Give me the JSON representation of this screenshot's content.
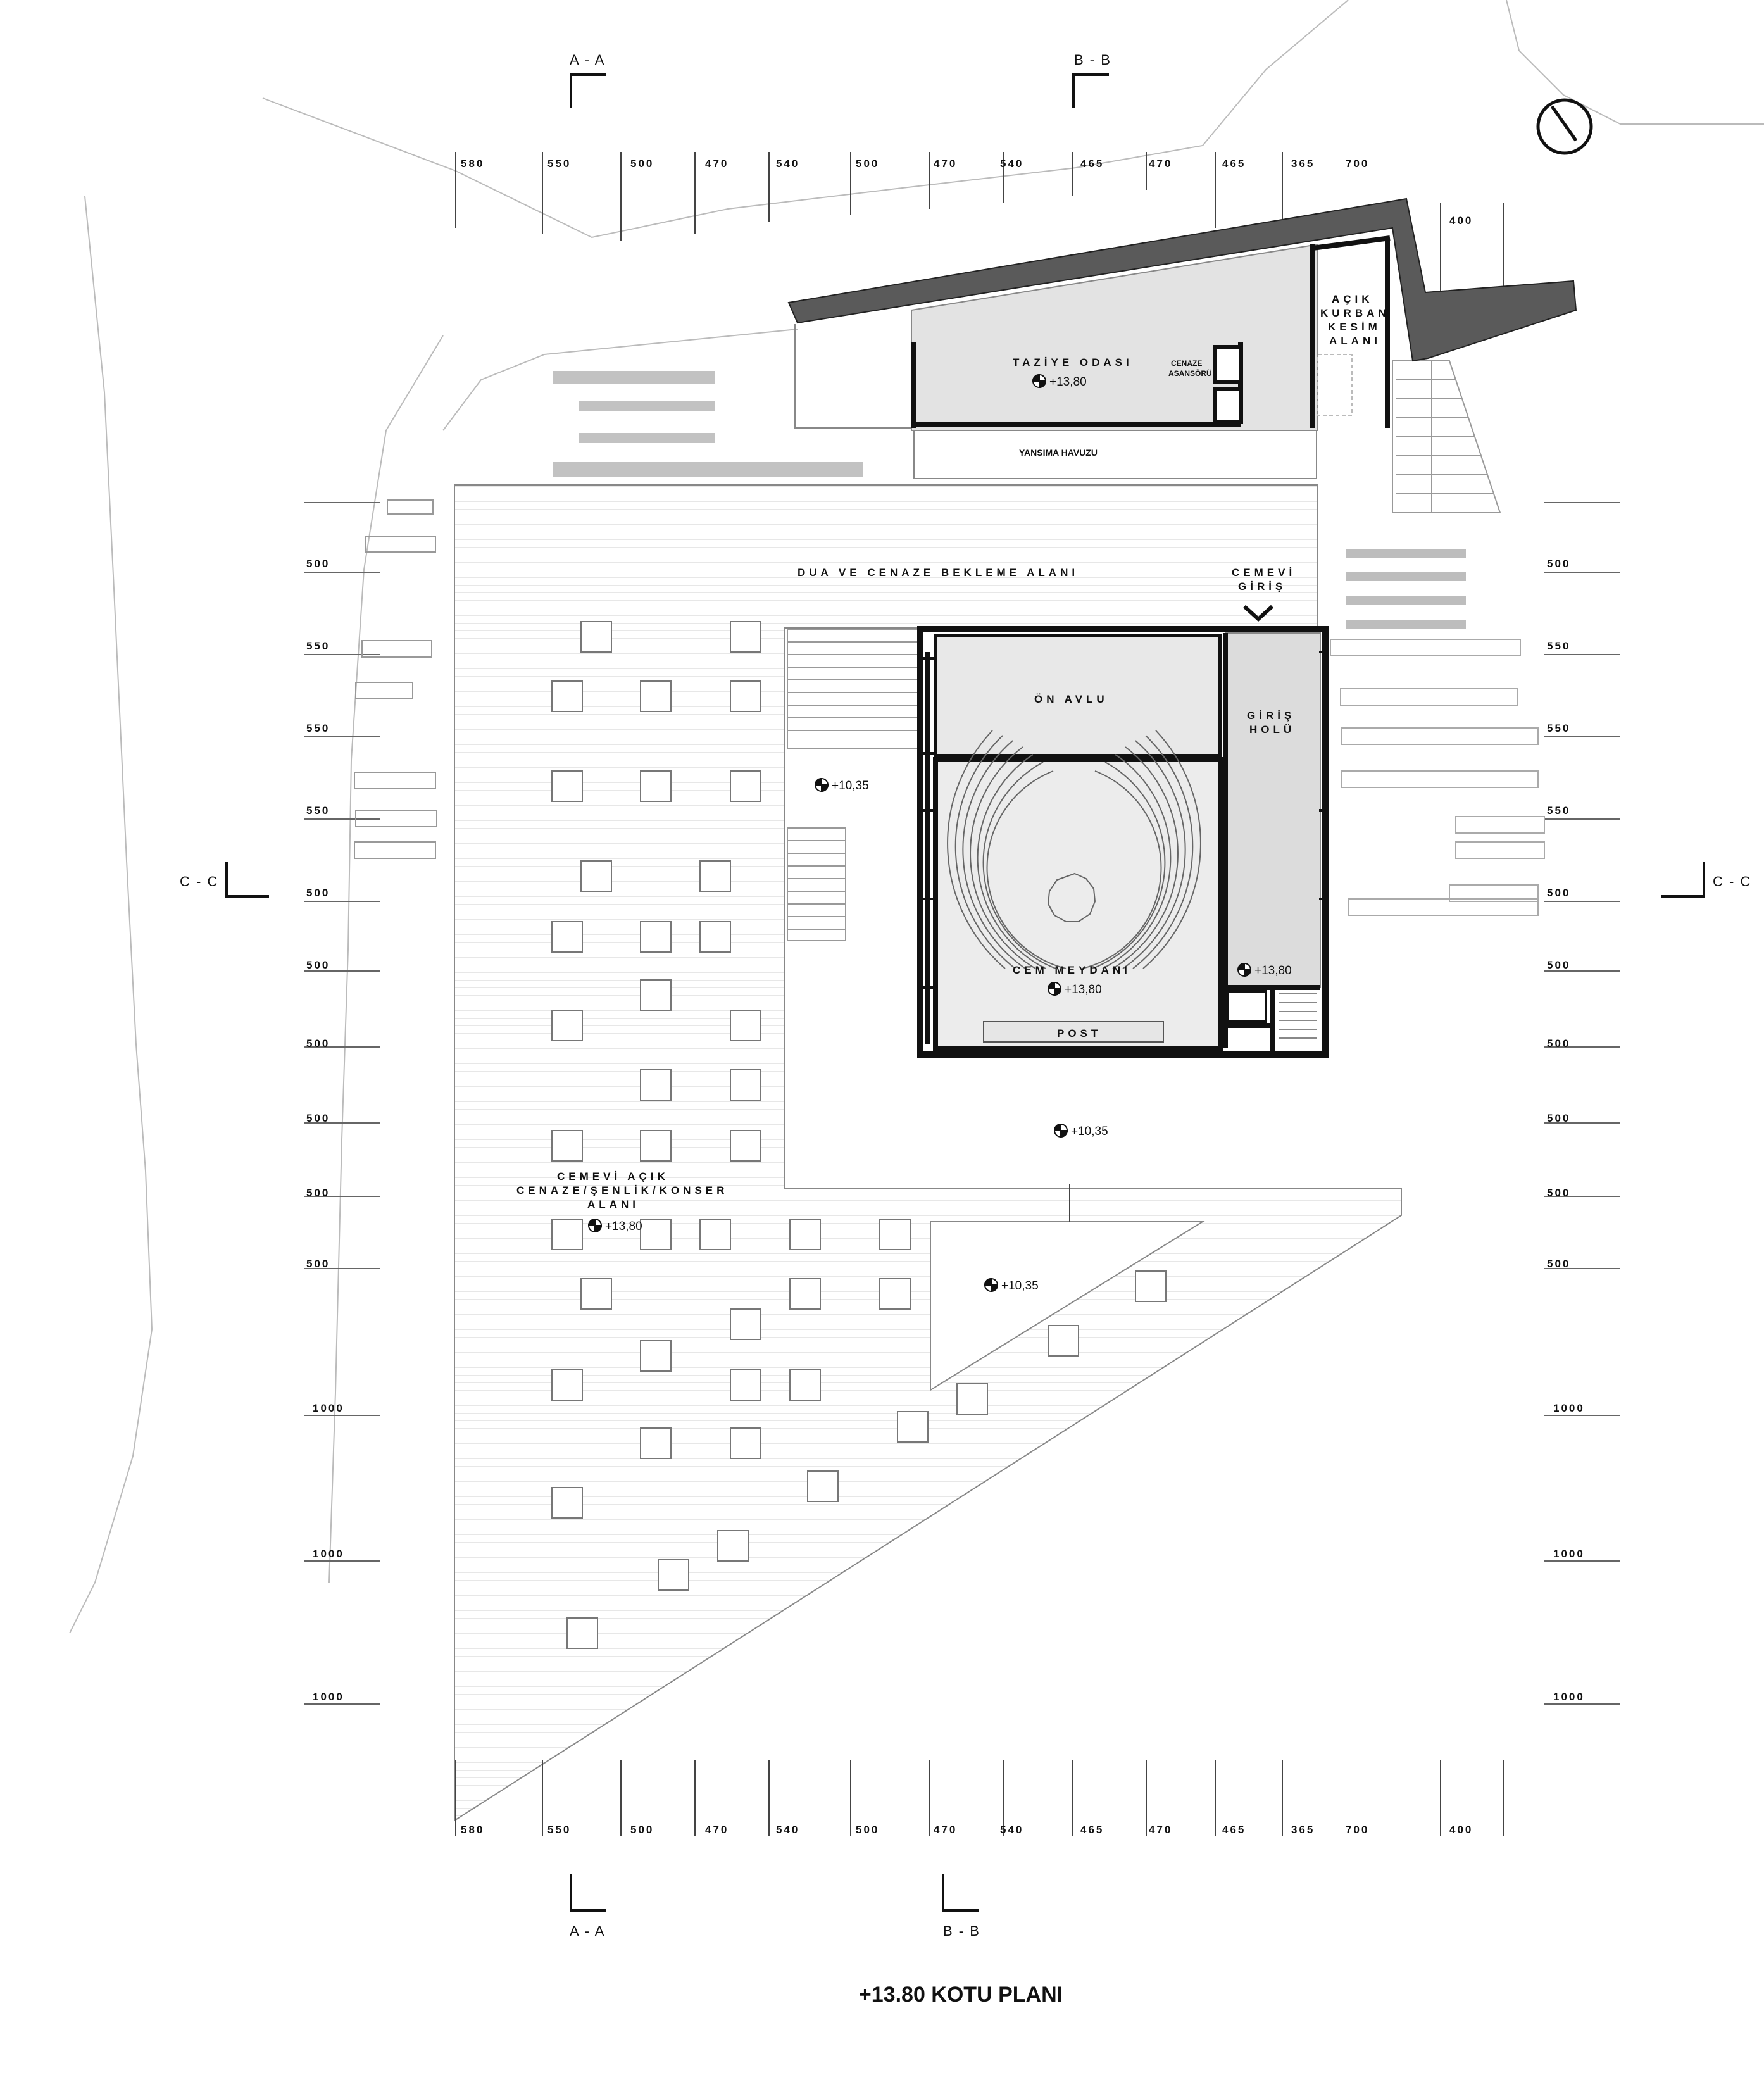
{
  "title": "+13.80 KOTU PLANI",
  "section_markers": {
    "a_a": "A - A",
    "b_b": "B - B",
    "c_c": "C - C"
  },
  "dimensions": {
    "top": [
      "580",
      "550",
      "500",
      "470",
      "540",
      "500",
      "470",
      "540",
      "465",
      "470",
      "465",
      "365",
      "700"
    ],
    "top_right_extra": "400",
    "bottom": [
      "580",
      "550",
      "500",
      "470",
      "540",
      "500",
      "470",
      "540",
      "465",
      "470",
      "465",
      "365",
      "700",
      "400"
    ],
    "left": [
      "500",
      "550",
      "550",
      "550",
      "500",
      "500",
      "500",
      "500",
      "500",
      "500",
      "1000",
      "1000",
      "1000"
    ],
    "right": [
      "500",
      "550",
      "550",
      "550",
      "500",
      "500",
      "500",
      "500",
      "500",
      "500",
      "1000",
      "1000",
      "1000"
    ]
  },
  "rooms": {
    "taziye_odasi": "TAZİYE ODASI",
    "cenaze_asansoru_1": "CENAZE",
    "cenaze_asansoru_2": "ASANSÖRÜ",
    "acik_kurban_1": "AÇIK",
    "acik_kurban_2": "KURBAN",
    "acik_kurban_3": "KESİM",
    "acik_kurban_4": "ALANI",
    "yansima_havuzu": "YANSIMA HAVUZU",
    "dua_bekleme": "DUA VE CENAZE BEKLEME ALANI",
    "cemevi_giris_1": "CEMEVİ",
    "cemevi_giris_2": "GİRİŞ",
    "on_avlu": "ÖN AVLU",
    "giris_holu_1": "GİRİŞ",
    "giris_holu_2": "HOLÜ",
    "cem_meydani": "CEM MEYDANI",
    "post": "POST",
    "acik_alan_1": "CEMEVİ AÇIK",
    "acik_alan_2": "CENAZE/ŞENLİK/KONSER",
    "acik_alan_3": "ALANI"
  },
  "levels": {
    "taziye": "+13,80",
    "west_stair": "+10,35",
    "giris_holu": "+13,80",
    "cem_meydani": "+13,80",
    "south_yard": "+10,35",
    "acik_alan": "+13,80",
    "triangle": "+10,35"
  }
}
